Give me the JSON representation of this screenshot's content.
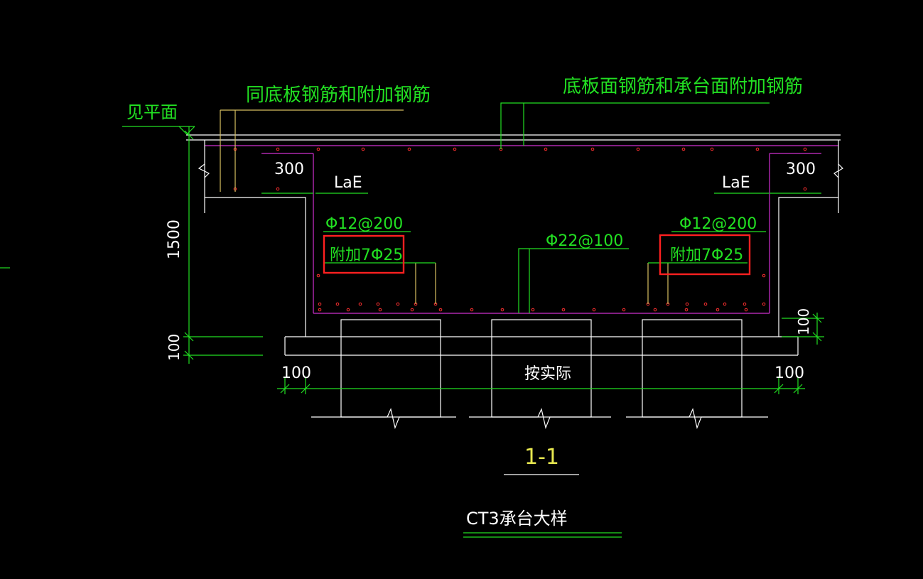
{
  "colors": {
    "background": "#000000",
    "green": "#22e022",
    "white": "#ffffff",
    "magenta": "#d030d0",
    "rebar_dot": "#ff3030",
    "yellow_line": "#d8c060",
    "highlight_box": "#ff2020",
    "title_yellow": "#e8e850"
  },
  "labels": {
    "see_plan": "见平面",
    "same_bottom_slab": "同底板钢筋和附加钢筋",
    "bottom_slab_top": "底板面钢筋和承台面附加钢筋",
    "dim_300_left": "300",
    "dim_300_right": "300",
    "lae_left": "LaE",
    "lae_right": "LaE",
    "phi12_left": "Φ12@200",
    "phi12_right": "Φ12@200",
    "phi22_center": "Φ22@100",
    "extra_left": "附加7Φ25",
    "extra_right": "附加7Φ25",
    "dim_1500": "1500",
    "dim_100_left_vert": "100",
    "dim_100_right_vert": "100",
    "dim_100_left": "100",
    "dim_100_right": "100",
    "as_actual": "按实际",
    "section_name": "1-1",
    "drawing_title": "CT3承台大样"
  }
}
